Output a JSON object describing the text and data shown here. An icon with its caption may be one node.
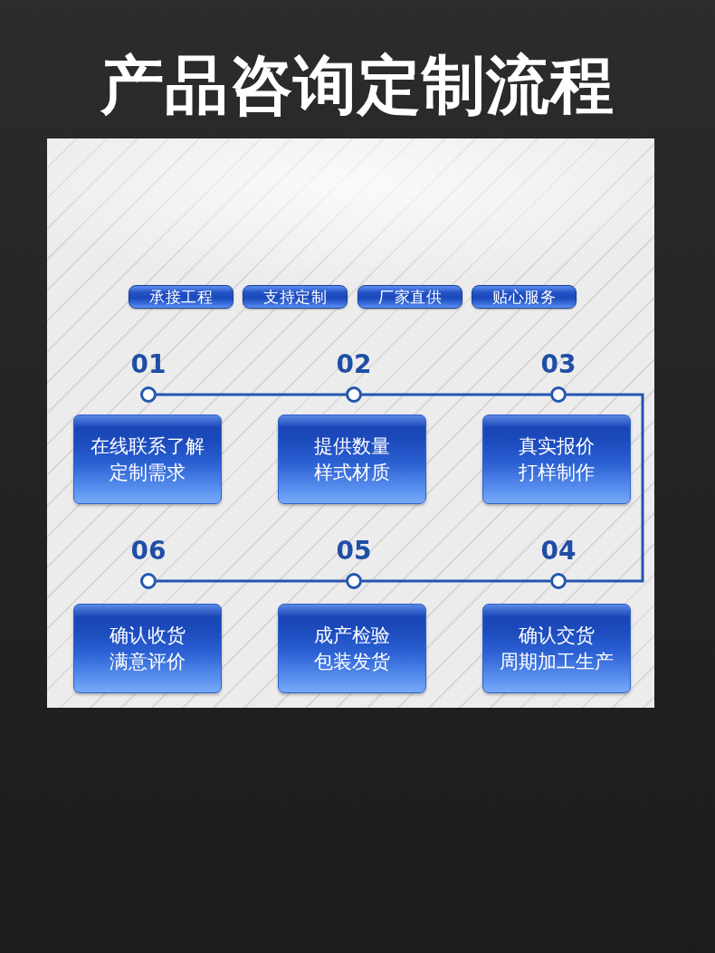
{
  "diagram": {
    "title": "产品咨询定制流程",
    "nodes": [
      {
        "text": [],
        "shape": "box"
      },
      {
        "text": [
          "承接工程"
        ],
        "in": 0
      },
      {
        "text": [
          "支持定制"
        ],
        "in": 0
      },
      {
        "text": [
          "厂家直供"
        ],
        "in": 0
      },
      {
        "text": [
          "贴心服务"
        ],
        "in": 0
      },
      {
        "text": [],
        "shape": "circle",
        "beside": [
          "01"
        ],
        "in": 0
      },
      {
        "text": [],
        "shape": "circle",
        "beside": [
          "02"
        ],
        "in": 0
      },
      {
        "text": [],
        "shape": "circle",
        "beside": [
          "03"
        ],
        "in": 0
      },
      {
        "text": [
          "在线联系了解",
          "定制需求"
        ],
        "in": 0
      },
      {
        "text": [
          "提供数量",
          "样式材质"
        ],
        "in": 0
      },
      {
        "text": [
          "真实报价",
          "打样制作"
        ],
        "in": 0
      },
      {
        "text": [],
        "shape": "circle",
        "beside": [
          "06"
        ],
        "in": 0
      },
      {
        "text": [],
        "shape": "circle",
        "beside": [
          "05"
        ],
        "in": 0
      },
      {
        "text": [],
        "shape": "circle",
        "beside": [
          "04"
        ],
        "in": 0
      },
      {
        "text": [
          "确认收货",
          "满意评价"
        ],
        "in": 0
      },
      {
        "text": [
          "成产检验",
          "包装发货"
        ],
        "in": 0
      },
      {
        "text": [
          "确认交货",
          "周期加工生产"
        ],
        "in": 0
      }
    ],
    "edges": [
      {
        "from": 5,
        "to": 6,
        "arrow": "none"
      },
      {
        "from": 6,
        "to": 7,
        "arrow": "none"
      },
      {
        "from": 7,
        "to": 13,
        "arrow": "none"
      },
      {
        "from": 13,
        "to": 12,
        "arrow": "none"
      },
      {
        "from": 12,
        "to": 11,
        "arrow": "none"
      }
    ]
  }
}
